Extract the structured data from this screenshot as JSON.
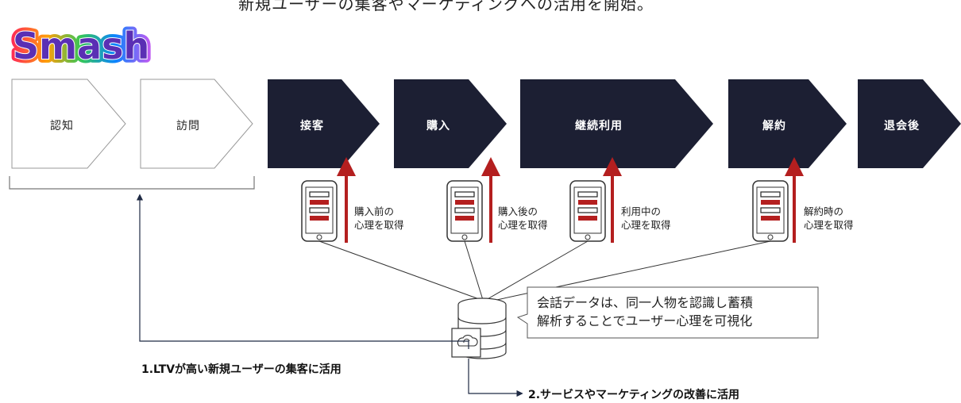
{
  "header": {
    "title_cut": "新規ユーザーの集客やマーケティングへの活用を開始。"
  },
  "logo": {
    "text": "Smash"
  },
  "stages": [
    {
      "label": "認知",
      "style": "outline"
    },
    {
      "label": "訪問",
      "style": "outline"
    },
    {
      "label": "接客",
      "style": "dark"
    },
    {
      "label": "購入",
      "style": "dark"
    },
    {
      "label": "継続利用",
      "style": "dark"
    },
    {
      "label": "解約",
      "style": "dark"
    },
    {
      "label": "退会後",
      "style": "dark"
    }
  ],
  "phones": [
    {
      "caption": "購入前の\n心理を取得"
    },
    {
      "caption": "購入後の\n心理を取得"
    },
    {
      "caption": "利用中の\n心理を取得"
    },
    {
      "caption": "解約時の\n心理を取得"
    }
  ],
  "callout": {
    "text": "会話データは、同一人物を認識し蓄積\n解析することでユーザー心理を可視化"
  },
  "outcomes": {
    "first": "1.LTVが高い新規ユーザーの集客に活用",
    "second": "2.サービスやマーケティングの改善に活用"
  },
  "colors": {
    "dark": "#1c1f33",
    "accent": "#b41f1f",
    "line": "#1f2a44"
  }
}
